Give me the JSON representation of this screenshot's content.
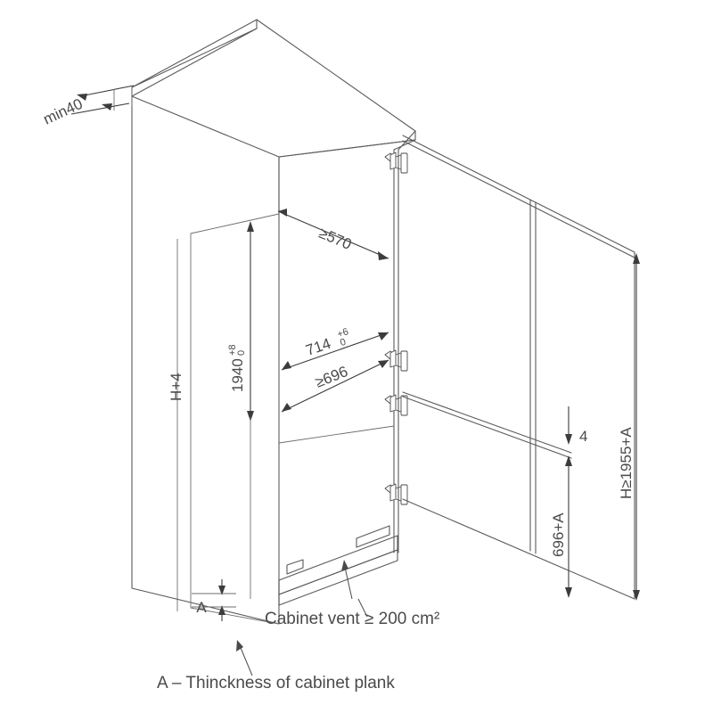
{
  "drawing": {
    "title": "Built-in refrigerator cabinet installation dimensions",
    "type": "isometric-technical-drawing",
    "units": "mm",
    "stroke_color": "#5a5a5a",
    "dim_color": "#3c3c3c",
    "background": "#ffffff"
  },
  "dimensions": {
    "min_clearance_rear": "min40",
    "niche_depth": "≥570",
    "niche_width_tol": "714",
    "niche_width_tol_upper": "+6",
    "niche_width_tol_lower": "0",
    "door_width": "≥696",
    "niche_height": "1940",
    "niche_height_tol_upper": "+8",
    "niche_height_tol_lower": "0",
    "panel_height": "H+4",
    "overall_height": "H≥1955+A",
    "door_gap": "4",
    "lower_door_height": "696+A",
    "plank_thickness": "A"
  },
  "annotations": {
    "vent_note": "Cabinet vent  ≥  200 cm²",
    "legend_note": "A – Thinckness of cabinet plank"
  },
  "icons": {
    "hinge": "hinge-icon",
    "arrow": "arrow-head-icon",
    "vent_slot": "vent-slot-icon"
  }
}
